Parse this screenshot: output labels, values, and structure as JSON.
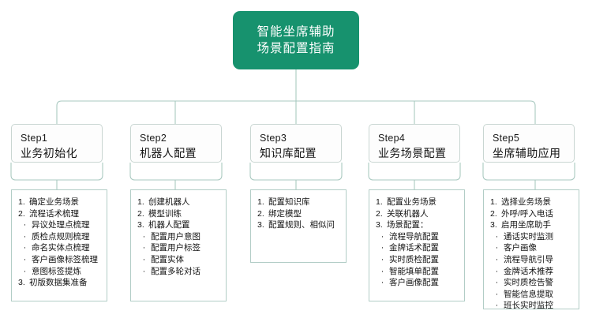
{
  "colors": {
    "root_fill": "#17926e",
    "root_text": "#ffffff",
    "step_border": "#c9d6d2",
    "detail_border": "#b2cdc6",
    "connector": "#a9c9c0",
    "background": "#ffffff",
    "text": "#141414"
  },
  "root": {
    "line1": "智能坐席辅助",
    "line2": "场景配置指南"
  },
  "steps": [
    {
      "num": "Step1",
      "title": "业务初始化",
      "items": [
        {
          "marker": "1.",
          "text": "确定业务场景",
          "sub": false
        },
        {
          "marker": "2.",
          "text": "流程话术梳理",
          "sub": false
        },
        {
          "marker": "·",
          "text": "异议处理点梳理",
          "sub": true
        },
        {
          "marker": "·",
          "text": "质检点规则梳理",
          "sub": true
        },
        {
          "marker": "·",
          "text": "命名实体点梳理",
          "sub": true
        },
        {
          "marker": "·",
          "text": "客户画像标签梳理",
          "sub": true
        },
        {
          "marker": "·",
          "text": "意图标签提炼",
          "sub": true
        },
        {
          "marker": "3.",
          "text": "初版数据集准备",
          "sub": false
        }
      ]
    },
    {
      "num": "Step2",
      "title": "机器人配置",
      "items": [
        {
          "marker": "1.",
          "text": "创建机器人",
          "sub": false
        },
        {
          "marker": "2.",
          "text": "模型训练",
          "sub": false
        },
        {
          "marker": "3.",
          "text": "机器人配置",
          "sub": false
        },
        {
          "marker": "·",
          "text": "配置用户意图",
          "sub": true
        },
        {
          "marker": "·",
          "text": "配置用户标签",
          "sub": true
        },
        {
          "marker": "·",
          "text": "配置实体",
          "sub": true
        },
        {
          "marker": "·",
          "text": "配置多轮对话",
          "sub": true
        }
      ]
    },
    {
      "num": "Step3",
      "title": "知识库配置",
      "items": [
        {
          "marker": "1.",
          "text": "配置知识库",
          "sub": false
        },
        {
          "marker": "2.",
          "text": "绑定模型",
          "sub": false
        },
        {
          "marker": "3.",
          "text": "配置规则、相似问",
          "sub": false
        }
      ]
    },
    {
      "num": "Step4",
      "title": "业务场景配置",
      "items": [
        {
          "marker": "1.",
          "text": "配置业务场景",
          "sub": false
        },
        {
          "marker": "2.",
          "text": "关联机器人",
          "sub": false
        },
        {
          "marker": "3.",
          "text": "场景配置：",
          "sub": false
        },
        {
          "marker": "·",
          "text": "流程导航配置",
          "sub": true
        },
        {
          "marker": "·",
          "text": "金牌话术配置",
          "sub": true
        },
        {
          "marker": "·",
          "text": "实时质检配置",
          "sub": true
        },
        {
          "marker": "·",
          "text": "智能填单配置",
          "sub": true
        },
        {
          "marker": "·",
          "text": "客户画像配置",
          "sub": true
        }
      ]
    },
    {
      "num": "Step5",
      "title": "坐席辅助应用",
      "items": [
        {
          "marker": "1.",
          "text": "选择业务场景",
          "sub": false
        },
        {
          "marker": "2.",
          "text": "外呼/呼入电话",
          "sub": false
        },
        {
          "marker": "3.",
          "text": "启用坐席助手",
          "sub": false
        },
        {
          "marker": "·",
          "text": "通话实时监测",
          "sub": true
        },
        {
          "marker": "·",
          "text": "客户画像",
          "sub": true
        },
        {
          "marker": "·",
          "text": "流程导航引导",
          "sub": true
        },
        {
          "marker": "·",
          "text": "金牌话术推荐",
          "sub": true
        },
        {
          "marker": "·",
          "text": "实时质检告警",
          "sub": true
        },
        {
          "marker": "·",
          "text": "智能信息提取",
          "sub": true
        },
        {
          "marker": "·",
          "text": "班长实时监控",
          "sub": true
        }
      ]
    }
  ]
}
